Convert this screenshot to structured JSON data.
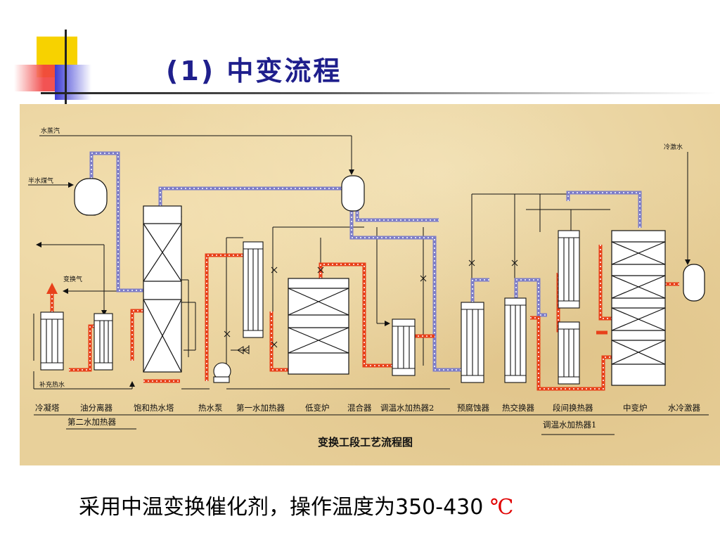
{
  "slide": {
    "title_prefix": "(1)",
    "title_text": "中变流程",
    "caption_text": "采用中温变换催化剂，操作温度为",
    "caption_range": "350-430",
    "caption_unit": "℃"
  },
  "diagram": {
    "title": "变换工段工艺流程图",
    "inputs": {
      "steam": "水蒸汽",
      "semi_water_gas": "半水煤气",
      "quench_water": "冷激水",
      "shift_gas": "变换气",
      "makeup_water": "补充热水"
    },
    "equipment_labels": [
      "冷凝塔",
      "油分离器",
      "饱和热水塔",
      "热水泵",
      "第一水加热器",
      "低变炉",
      "混合器",
      "调温水加热器2",
      "预腐蚀器",
      "热交换器",
      "段间换热器",
      "中变炉",
      "水冷激器"
    ],
    "sub_labels": {
      "second_water_heater": "第二水加热器",
      "temp_water_heater_1": "调温水加热器1"
    }
  },
  "colors": {
    "title": "#1f1f8c",
    "hot_line": "#e8401a",
    "gas_line": "#7d7dc8",
    "caption_unit": "#e00000",
    "panel": "#e8d09a"
  }
}
